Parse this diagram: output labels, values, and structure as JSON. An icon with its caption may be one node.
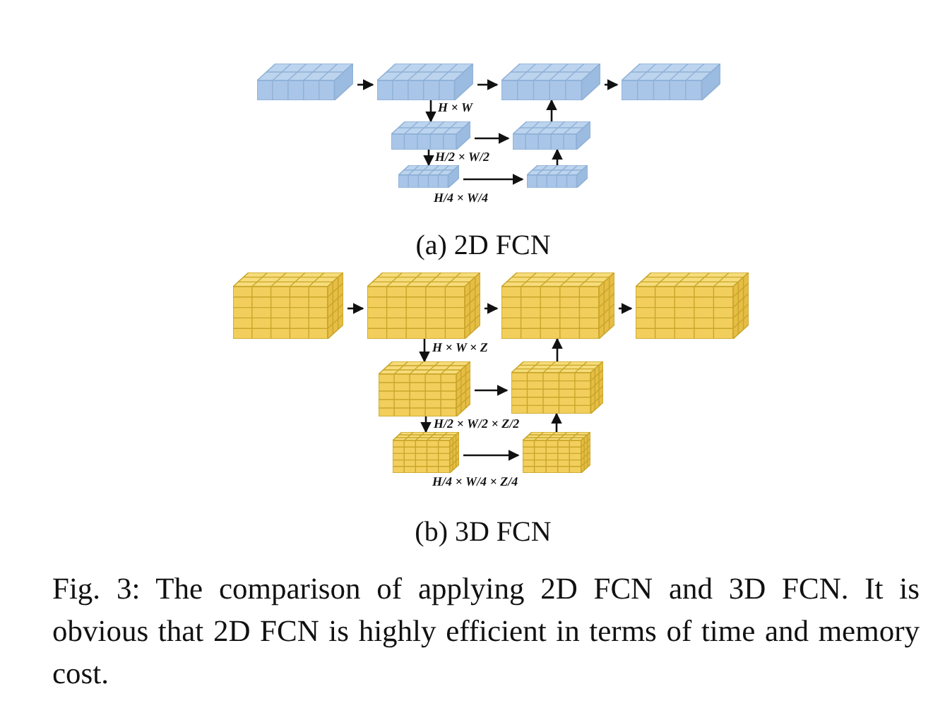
{
  "diagram": {
    "caption": "Fig. 3: The comparison of applying 2D FCN and 3D FCN. It is obvious that 2D FCN is highly efficient in terms of time and memory cost.",
    "nodes": [
      {
        "text": [],
        "shape": "box"
      },
      {
        "text": [],
        "shape": "box"
      },
      {
        "text": [],
        "shape": "box"
      },
      {
        "text": [],
        "shape": "box"
      },
      {
        "text": [],
        "shape": "box"
      },
      {
        "text": [],
        "shape": "box"
      },
      {
        "text": [],
        "shape": "box"
      },
      {
        "text": [],
        "shape": "box"
      },
      {
        "text": [],
        "shape": "box"
      },
      {
        "text": [],
        "shape": "box"
      },
      {
        "text": [],
        "shape": "box"
      },
      {
        "text": [],
        "shape": "box"
      },
      {
        "text": [],
        "shape": "box"
      },
      {
        "text": [],
        "shape": "box"
      },
      {
        "text": [],
        "shape": "box"
      },
      {
        "text": [],
        "shape": "box"
      }
    ],
    "edges": [
      {
        "from": 0,
        "to": 1,
        "arrow": "to"
      },
      {
        "from": 1,
        "to": 2,
        "arrow": "to"
      },
      {
        "from": 2,
        "to": 3,
        "arrow": "to"
      },
      {
        "from": 1,
        "to": 4,
        "arrow": "to"
      },
      {
        "from": 4,
        "to": 5,
        "arrow": "to"
      },
      {
        "from": 5,
        "to": 2,
        "arrow": "to"
      },
      {
        "from": 4,
        "to": 6,
        "arrow": "to"
      },
      {
        "from": 6,
        "to": 7,
        "arrow": "to"
      },
      {
        "from": 7,
        "to": 5,
        "arrow": "to"
      },
      {
        "from": 8,
        "to": 9,
        "arrow": "to"
      },
      {
        "from": 9,
        "to": 10,
        "arrow": "to"
      },
      {
        "from": 10,
        "to": 11,
        "arrow": "to"
      },
      {
        "from": 9,
        "to": 12,
        "arrow": "to"
      },
      {
        "from": 12,
        "to": 13,
        "arrow": "to"
      },
      {
        "from": 13,
        "to": 10,
        "arrow": "to"
      },
      {
        "from": 12,
        "to": 14,
        "arrow": "to"
      },
      {
        "from": 14,
        "to": 15,
        "arrow": "to"
      },
      {
        "from": 15,
        "to": 13,
        "arrow": "to"
      }
    ],
    "labels": [
      "H × W",
      "H/2 × W/2",
      "H/4 × W/4",
      "(a) 2D FCN",
      "H × W × Z",
      "H/2 × W/2 × Z/2",
      "H/4 × W/4 × Z/4",
      "(b) 3D FCN"
    ]
  }
}
